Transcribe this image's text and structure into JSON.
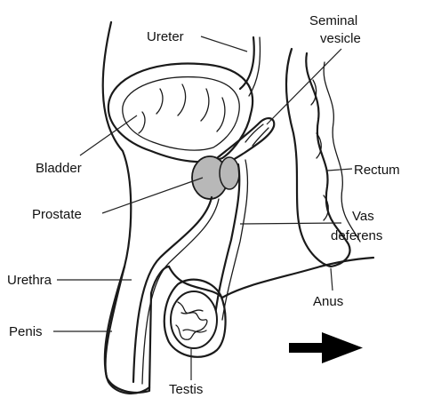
{
  "labels": {
    "ureter": "Ureter",
    "seminal_vesicle_line1": "Seminal",
    "seminal_vesicle_line2": "vesicle",
    "bladder": "Bladder",
    "rectum": "Rectum",
    "prostate": "Prostate",
    "vas_deferens_line1": "Vas",
    "vas_deferens_line2": "deferens",
    "urethra": "Urethra",
    "anus": "Anus",
    "penis": "Penis",
    "testis": "Testis"
  },
  "colors": {
    "outline": "#1a1a1a",
    "prostate_fill": "#b8b8b8",
    "tissue_wrinkle": "#a8a8a8",
    "arrow": "#000000"
  },
  "icons": {
    "direction_arrow": "right-arrow-icon"
  }
}
